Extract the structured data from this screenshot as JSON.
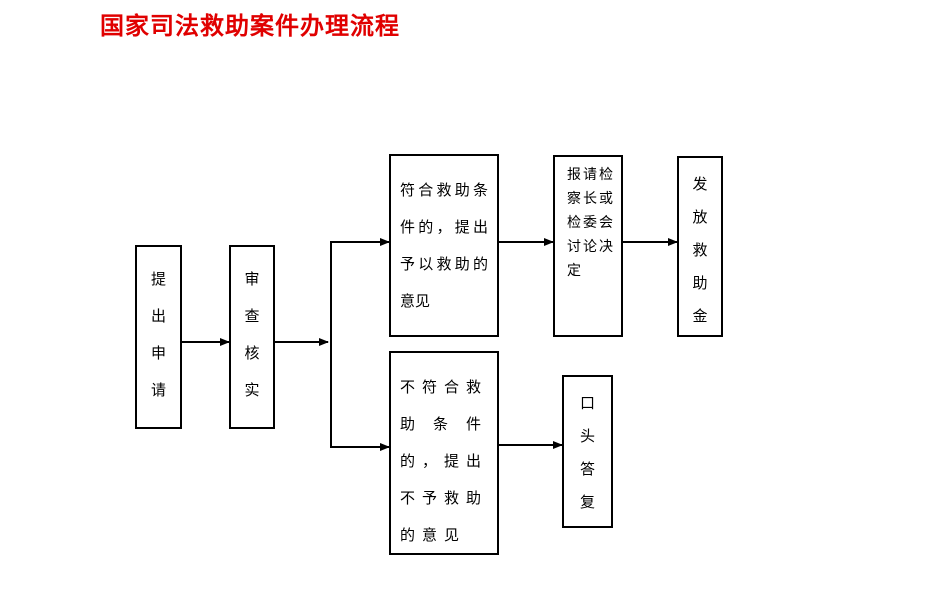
{
  "title": "国家司法救助案件办理流程",
  "steps": {
    "apply": [
      "提",
      "出",
      "申",
      "请"
    ],
    "review": [
      "审",
      "查",
      "核",
      "实"
    ],
    "eligible": "符合救助条件的，提出予以救助的意见",
    "report": "报请检察长或检委会讨论决定",
    "disburse": [
      "发",
      "放",
      "救",
      "助",
      "金"
    ],
    "ineligible": "不符合救助条件的，提出不予救助的意见",
    "oral_reply": [
      "口",
      "头",
      "答",
      "复"
    ]
  }
}
